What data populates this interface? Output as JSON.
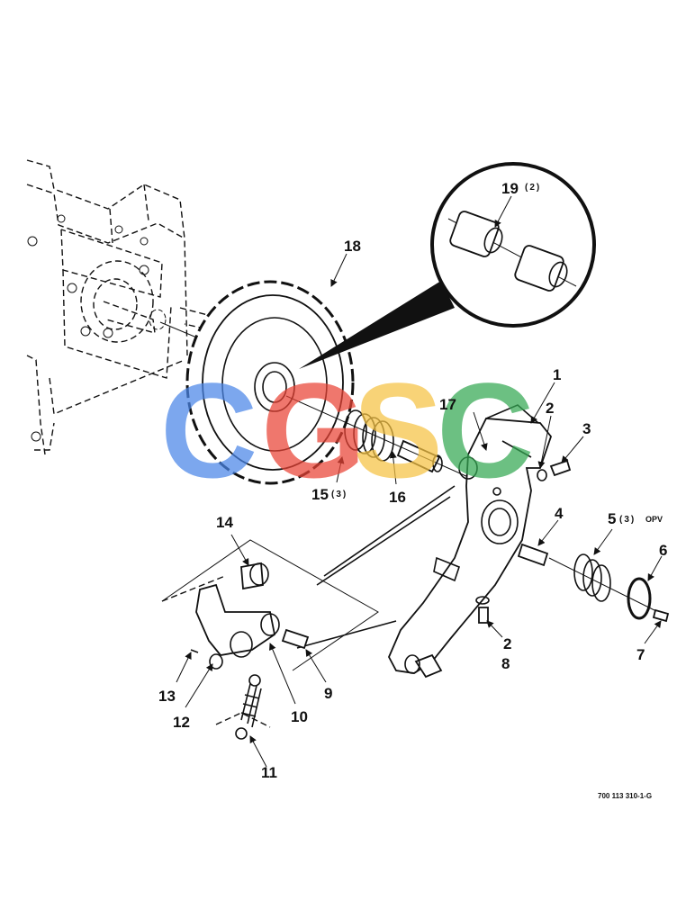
{
  "diagram": {
    "figure_ref": "700 113 310-1-G",
    "watermark": {
      "letters": [
        "C",
        "G",
        "S",
        "C"
      ],
      "colors": [
        "#4a86e8",
        "#ea4335",
        "#f6c343",
        "#34a853"
      ]
    },
    "callouts": {
      "c1": "1",
      "c2a": "2",
      "c2b": "2",
      "c3": "3",
      "c4": "4",
      "c5": "5",
      "c5_qty": "(3)",
      "c5_note": "OPV",
      "c6": "6",
      "c7": "7",
      "c8": "8",
      "c9": "9",
      "c10": "10",
      "c11": "11",
      "c12": "12",
      "c13": "13",
      "c14": "14",
      "c15": "15",
      "c15_qty": "(3)",
      "c16": "16",
      "c17": "17",
      "c18": "18",
      "c19": "19",
      "c19_qty": "(2)"
    }
  }
}
